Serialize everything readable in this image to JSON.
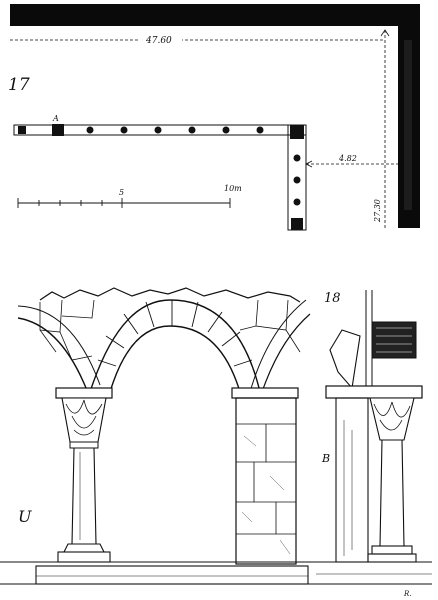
{
  "figure_17": {
    "number": "17",
    "outer_dimension_top": "47.60",
    "outer_dimension_right": "27.30",
    "inner_dimension_right": "4.82",
    "point_label": "A",
    "scale_mid": "5",
    "scale_end": "10m"
  },
  "figure_18": {
    "number": "18",
    "elevation_label": "B",
    "signature": "R."
  },
  "figure_left": {
    "mark": "U"
  }
}
